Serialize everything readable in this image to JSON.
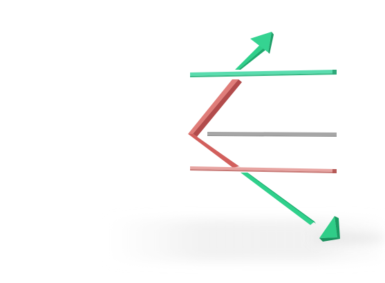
{
  "illustration": {
    "elements": [
      {
        "name": "green-bar",
        "color": "#4fd7a6"
      },
      {
        "name": "gray-bar",
        "color": "#9b9b9b"
      },
      {
        "name": "red-bar",
        "color": "#e09a98"
      },
      {
        "name": "red-arrow",
        "color": "#cf5f5f"
      },
      {
        "name": "green-arrow-up",
        "color": "#29c47d"
      },
      {
        "name": "green-arrow-down",
        "color": "#29c47d"
      }
    ]
  }
}
